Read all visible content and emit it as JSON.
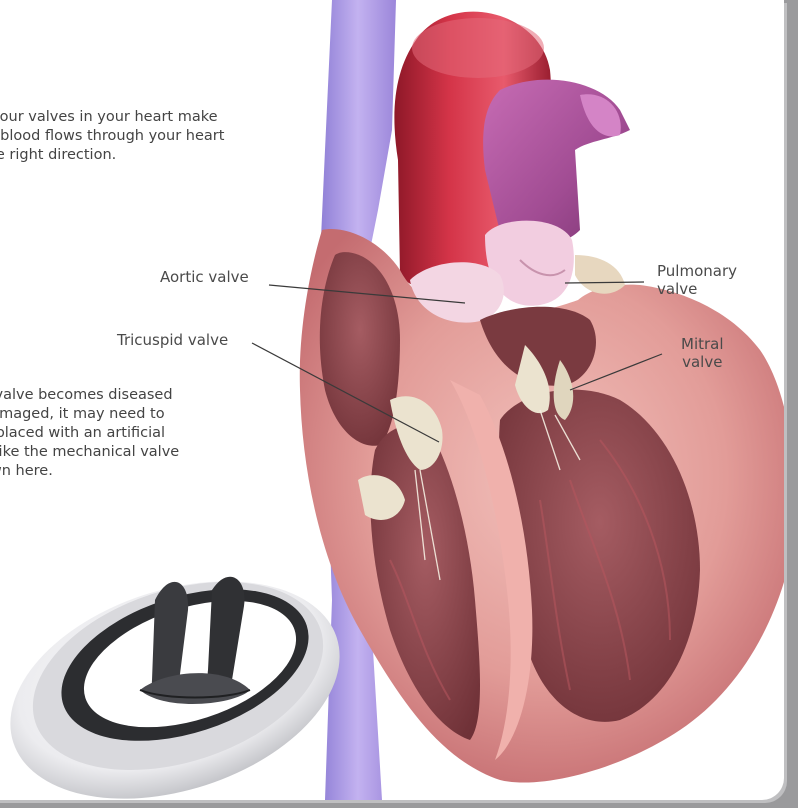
{
  "intro_text": [
    "e four valves in your heart make",
    "re blood flows through your heart",
    "the right direction."
  ],
  "diseased_text": [
    "a valve becomes diseased",
    "damaged, it may need to",
    "replaced with an artificial",
    "e like the mechanical valve",
    "own here."
  ],
  "labels": {
    "aortic": "Aortic valve",
    "tricuspid": "Tricuspid valve",
    "pulmonary": [
      "Pulmonary",
      "valve"
    ],
    "mitral": [
      "Mitral",
      "valve"
    ]
  },
  "colors": {
    "background_border": "#9a9a9c",
    "panel": "#ffffff",
    "text": "#444444",
    "aorta_red": "#c92d3f",
    "pulmonary_purple": "#a9529a",
    "vein_lavender": "#b39be6",
    "myocardium_pink": "#d98a8a",
    "valve_cream": "#e9e0cc",
    "mechanical_valve_dark": "#2c2d30"
  },
  "icons": [
    "heart-cross-section-illustration",
    "mechanical-heart-valve-illustration"
  ]
}
